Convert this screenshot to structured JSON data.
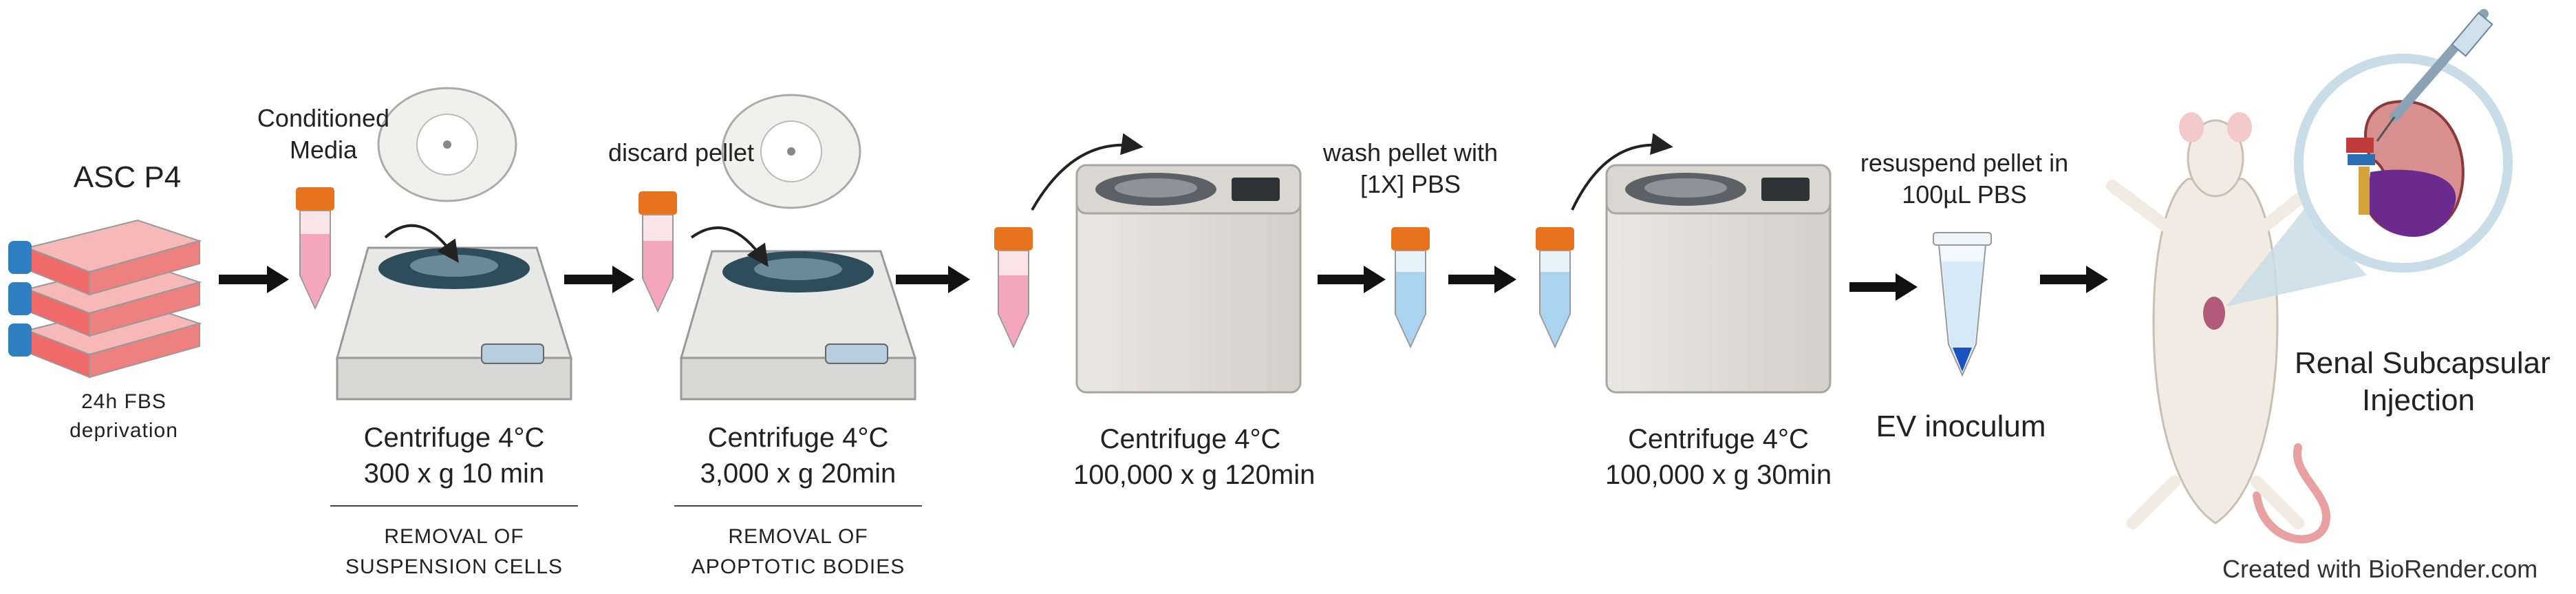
{
  "steps": {
    "asc": {
      "title": "ASC P4",
      "note_line1": "24h FBS",
      "note_line2": "deprivation"
    },
    "media": {
      "line1": "Conditioned",
      "line2": "Media"
    },
    "step1": {
      "centrifuge": "Centrifuge 4°C",
      "spec": "300 x g 10 min",
      "removal_line1": "REMOVAL OF",
      "removal_line2": "SUSPENSION CELLS"
    },
    "step2": {
      "top": "discard pellet",
      "centrifuge": "Centrifuge 4°C",
      "spec": "3,000 x g 20min",
      "removal_line1": "REMOVAL OF",
      "removal_line2": "APOPTOTIC BODIES"
    },
    "step3": {
      "centrifuge": "Centrifuge 4°C",
      "spec": "100,000 x g 120min"
    },
    "wash": {
      "line1": "wash pellet with",
      "line2": "[1X] PBS"
    },
    "step4": {
      "centrifuge": "Centrifuge 4°C",
      "spec": "100,000 x g 30min"
    },
    "resuspend": {
      "line1": "resuspend pellet in",
      "line2": "100µL PBS",
      "label": "EV inoculum"
    },
    "injection": {
      "line1": "Renal Subcapsular",
      "line2": "Injection"
    }
  },
  "credit": "Created with BioRender.com",
  "colors": {
    "tube_cap": "#e8731f",
    "media_pink": "#f3a6bd",
    "pbs_blue": "#a9d3ee",
    "pellet_blue": "#1a52c4",
    "flask_red": "#f06a6a",
    "flask_cap": "#2d7fc1",
    "arrow": "#111111",
    "kidney_purple": "#6b2a8e",
    "magnifier": "#c9dde8"
  }
}
